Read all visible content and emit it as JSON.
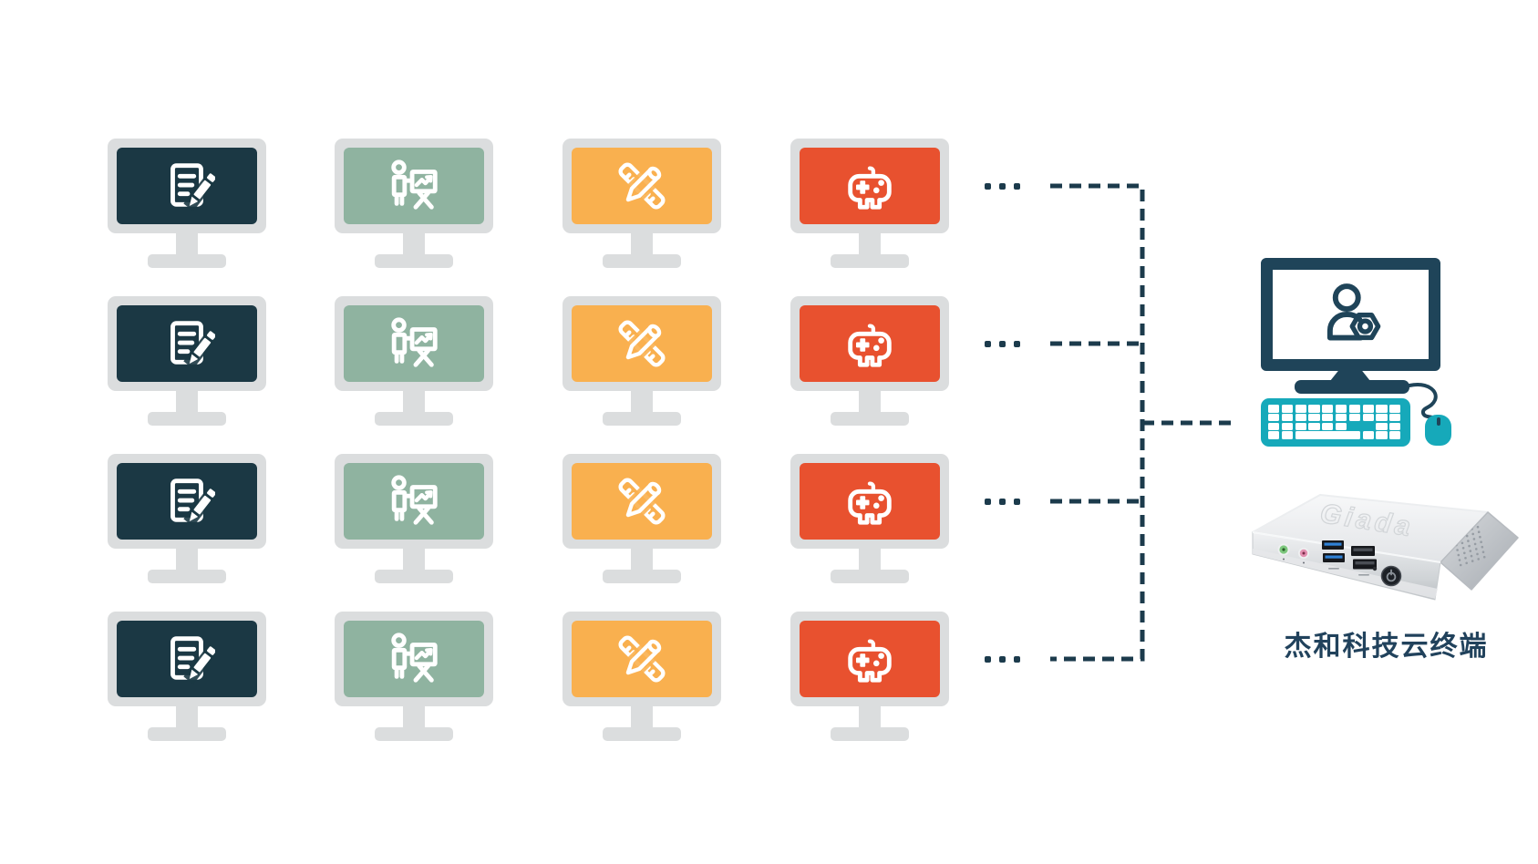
{
  "palette": {
    "background": "#FFFFFF",
    "bezel_gray": "#DBDDDE",
    "connector_navy": "#1C3B4C",
    "client_navy": "#1F4459",
    "teal": "#16A9BA",
    "label_navy": "#21425C"
  },
  "terminal_grid": {
    "rows": 4,
    "ellipsis_dots_per_row": 3,
    "columns": [
      {
        "name": "office",
        "icon": "document-edit-icon",
        "screen_color": "#1B3844"
      },
      {
        "name": "presentation",
        "icon": "presentation-chart-icon",
        "screen_color": "#8FB3A0"
      },
      {
        "name": "design",
        "icon": "ruler-pencil-icon",
        "screen_color": "#F9B04F"
      },
      {
        "name": "gaming",
        "icon": "gamepad-icon",
        "screen_color": "#E8512F"
      }
    ]
  },
  "connections": {
    "style": "dashed",
    "color": "#1C3B4C",
    "linked_rows": 4
  },
  "client_station": {
    "screen_icon": "user-gear-icon",
    "monitor_color": "#1F4459",
    "keyboard_color": "#16A9BA",
    "mouse_color": "#16A9BA"
  },
  "device": {
    "embossed_logo": "Giada",
    "label": "杰和科技云终端",
    "label_color": "#21425C"
  }
}
